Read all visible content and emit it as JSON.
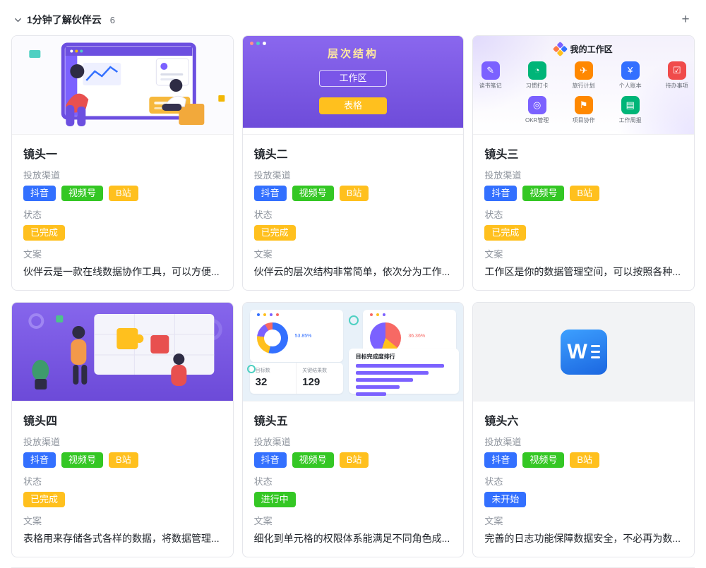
{
  "header": {
    "title": "1分钟了解伙伴云",
    "count": "6",
    "add_button": "+"
  },
  "fields": {
    "channel": "投放渠道",
    "status": "状态",
    "copy": "文案"
  },
  "channel_tags": [
    {
      "label": "抖音",
      "color": "#3370FF"
    },
    {
      "label": "视频号",
      "color": "#34C724"
    },
    {
      "label": "B站",
      "color": "#FFC01E"
    }
  ],
  "status_colors": {
    "done": "#FFC01E",
    "in_progress": "#34C724",
    "not_started": "#3370FF"
  },
  "cards": [
    {
      "title": "镜头一",
      "status": "已完成",
      "copy": "伙伴云是一款在线数据协作工具，可以方便..."
    },
    {
      "title": "镜头二",
      "status": "已完成",
      "copy": "伙伴云的层次结构非常简单，依次分为工作..."
    },
    {
      "title": "镜头三",
      "status": "已完成",
      "copy": "工作区是你的数据管理空间，可以按照各种..."
    },
    {
      "title": "镜头四",
      "status": "已完成",
      "copy": "表格用来存储各式各样的数据，将数据管理..."
    },
    {
      "title": "镜头五",
      "status": "进行中",
      "copy": "细化到单元格的权限体系能满足不同角色成..."
    },
    {
      "title": "镜头六",
      "status": "未开始",
      "copy": "完善的日志功能保障数据安全，不必再为数..."
    }
  ],
  "covers": {
    "hierarchy": {
      "title": "层次结构",
      "workspace_button": "工作区",
      "table_button": "表格"
    },
    "workspace": {
      "title": "我的工作区",
      "apps": [
        "读书笔记",
        "习惯打卡",
        "旅行计划",
        "个人账本",
        "待办事项",
        "OKR管理",
        "项目协作",
        "工作周报"
      ]
    },
    "dashboard": {
      "donut_pct": "53.85%",
      "pie_pct": "36.36%",
      "stat1_label": "目标数",
      "stat1_value": "32",
      "stat2_label": "关键结果数",
      "stat2_value": "129",
      "rank_title": "目标完成度排行"
    }
  }
}
